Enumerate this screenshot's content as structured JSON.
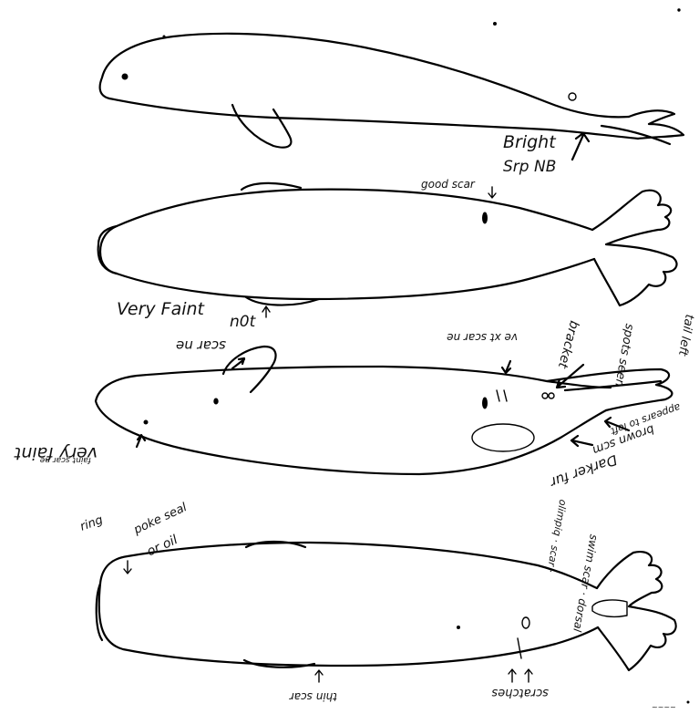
{
  "annotations": {
    "view1_bright": "Bright",
    "view1_strip": "Srp NB",
    "view2_good_scar": "good scar",
    "view2_very_faint": "Very Faint",
    "view2_not": "n0t",
    "view3_scar_top": "scar ne",
    "view3_very_faint": "very faint",
    "view3_faint_small": "faint scar ne",
    "view3_vert_scar": "ve xt scar ne",
    "view3_bracket": "bracket",
    "view3_spots": "spots seen",
    "view3_right_top": "tail left",
    "view3_darker_fur": "Darker fur",
    "view3_brown_scm": "brown scm",
    "view3_appears": "appears to left",
    "view3_lower_notes": "olimpiq · scar ·",
    "view4_ring": "ring",
    "view4_poke": "poke seal",
    "view4_or_oil": "or oil",
    "view4_thin_scar": "thin scar",
    "view4_scratches": "scratches",
    "view4_vertical_notes": "swim scar · dorsal",
    "corner_mark": "~~~~"
  }
}
